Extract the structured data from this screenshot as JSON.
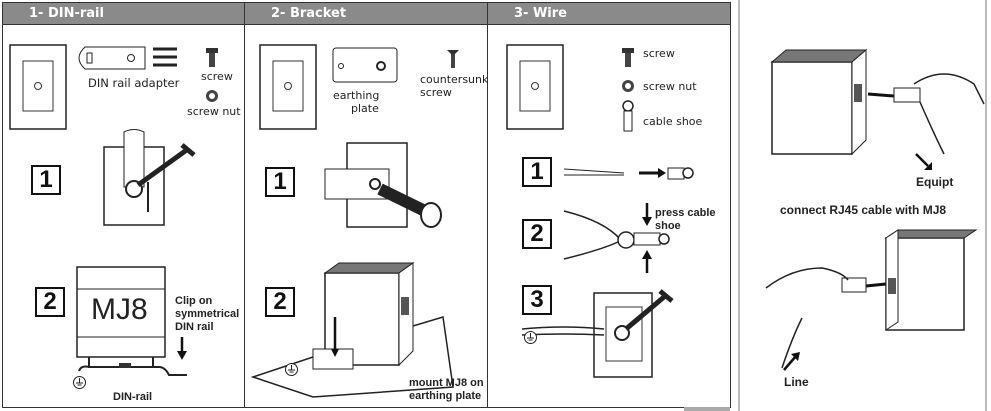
{
  "panels": [
    {
      "title": "1- DIN-rail",
      "parts": {
        "adapter": "DIN rail adapter",
        "screw": "screw",
        "nut": "screw nut"
      },
      "steps": [
        "1",
        "2"
      ],
      "device_label": "MJ8",
      "annotations": {
        "clip": [
          "Clip on",
          "symmetrical",
          "DIN rail"
        ],
        "rail": "DIN-rail"
      }
    },
    {
      "title": "2- Bracket",
      "parts": {
        "plate": [
          "earthing",
          "plate"
        ],
        "screw": [
          "countersunk",
          "screw"
        ]
      },
      "steps": [
        "1",
        "2"
      ],
      "annotations": {
        "mount": [
          "mount MJ8 on",
          "earthing plate"
        ]
      }
    },
    {
      "title": "3- Wire",
      "parts": {
        "screw": "screw",
        "nut": "screw nut",
        "shoe": "cable shoe"
      },
      "steps": [
        "1",
        "2",
        "3"
      ],
      "annotations": {
        "press": [
          "press cable",
          "shoe"
        ]
      }
    }
  ],
  "right": {
    "equipt": "Equipt",
    "caption": "connect RJ45 cable with MJ8",
    "line": "Line"
  }
}
